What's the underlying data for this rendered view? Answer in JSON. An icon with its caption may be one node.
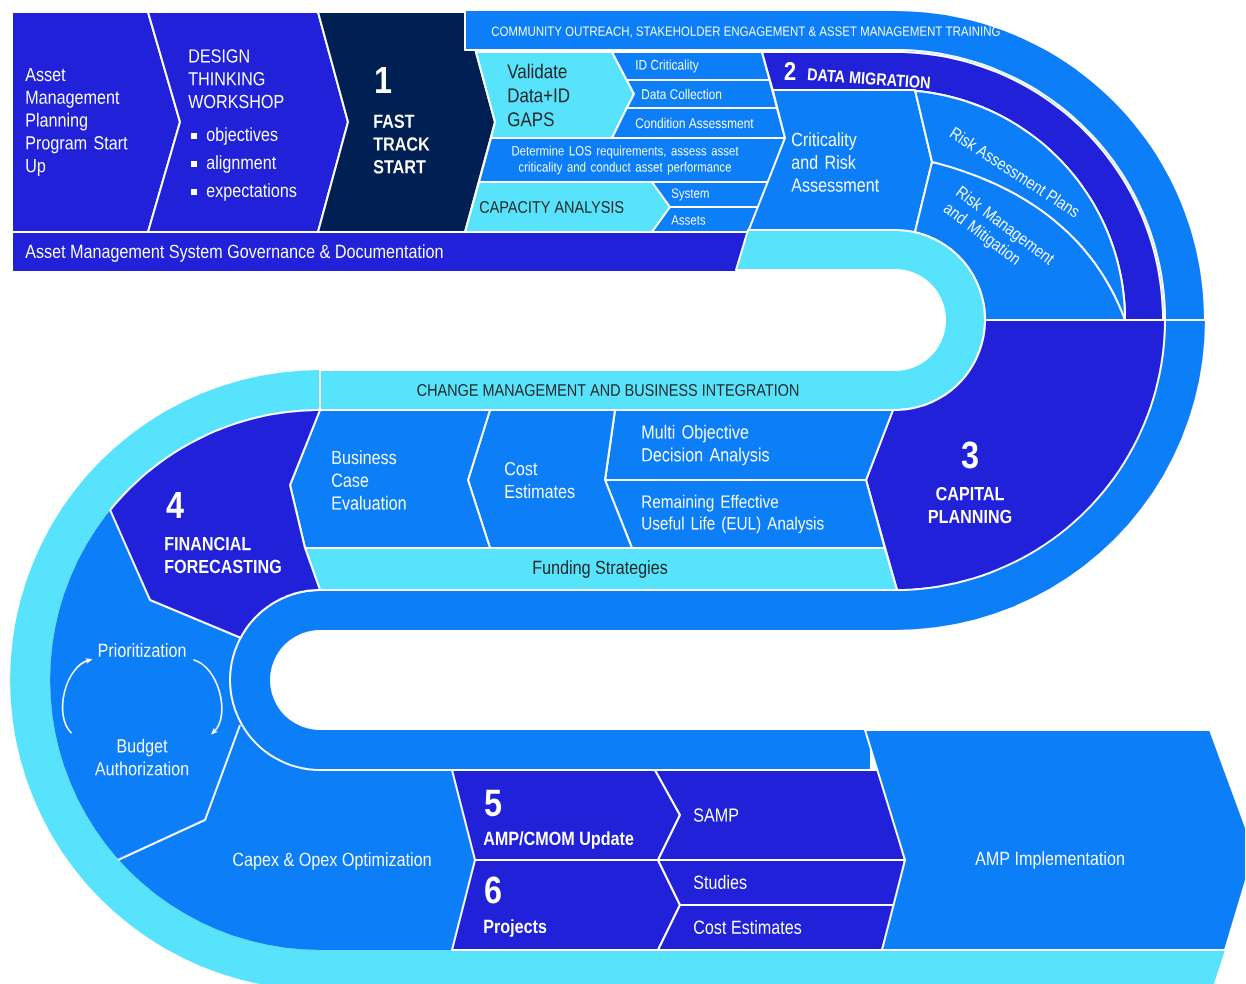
{
  "diagram": {
    "nodes": [
      {
        "text": [
          "Asset Management Planning Program Start Up"
        ]
      },
      {
        "text": [
          "DESIGN THINKING WORKSHOP",
          "objectives",
          "alignment",
          "expectations"
        ]
      },
      {
        "text": [
          "1",
          "FAST TRACK START"
        ]
      },
      {
        "text": [
          "COMMUNITY OUTREACH, STAKEHOLDER ENGAGEMENT & ASSET MANAGEMENT TRAINING"
        ]
      },
      {
        "text": [
          "Validate Data+ID GAPS"
        ]
      },
      {
        "text": [
          "ID Criticality"
        ]
      },
      {
        "text": [
          "Data Collection"
        ]
      },
      {
        "text": [
          "Condition Assessment"
        ]
      },
      {
        "text": [
          "Determine LOS requirements, assess asset criticality and conduct asset performance"
        ]
      },
      {
        "text": [
          "CAPACITY ANALYSIS"
        ]
      },
      {
        "text": [
          "System"
        ]
      },
      {
        "text": [
          "Assets"
        ]
      },
      {
        "text": [
          "Asset Management System Governance & Documentation"
        ]
      },
      {
        "text": [
          "2",
          "DATA MIGRATION"
        ]
      },
      {
        "text": [
          "Criticality and Risk Assessment"
        ]
      },
      {
        "text": [
          "Risk Assessment Plans"
        ]
      },
      {
        "text": [
          "Risk Management and Mitigation"
        ]
      },
      {
        "text": [
          "CHANGE MANAGEMENT AND BUSINESS INTEGRATION"
        ]
      },
      {
        "text": [
          "3",
          "CAPITAL PLANNING"
        ]
      },
      {
        "text": [
          "Multi Objective Decision Analysis"
        ]
      },
      {
        "text": [
          "Remaining Effective Useful Life (EUL) Analysis"
        ]
      },
      {
        "text": [
          "Cost Estimates"
        ]
      },
      {
        "text": [
          "Business Case Evaluation"
        ]
      },
      {
        "text": [
          "Funding Strategies"
        ]
      },
      {
        "text": [
          "4",
          "FINANCIAL FORECASTING"
        ]
      },
      {
        "text": [
          "Prioritization"
        ]
      },
      {
        "text": [
          "Budget Authorization"
        ]
      },
      {
        "text": [
          "Capex & Opex Optimization"
        ]
      },
      {
        "text": [
          "5",
          "AMP/CMOM Update"
        ]
      },
      {
        "text": [
          "SAMP"
        ]
      },
      {
        "text": [
          "6",
          "Projects"
        ]
      },
      {
        "text": [
          "Studies"
        ]
      },
      {
        "text": [
          "Cost Estimates"
        ]
      },
      {
        "text": [
          "AMP Implementation"
        ]
      }
    ],
    "edges": [
      {
        "from": 26,
        "to": 25,
        "arrow": "to"
      },
      {
        "from": 25,
        "to": 26,
        "arrow": "to"
      }
    ]
  }
}
